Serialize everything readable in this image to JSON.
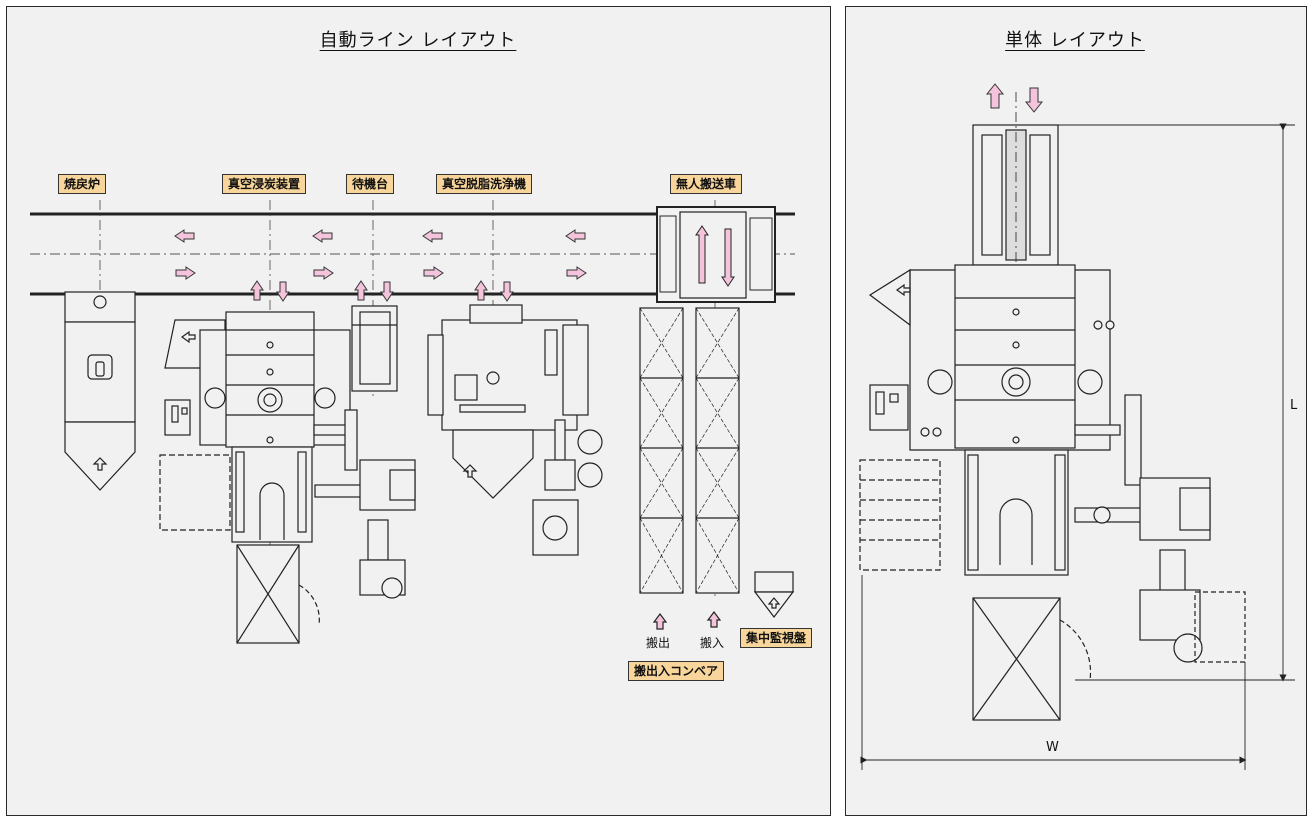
{
  "left": {
    "title": "自動ライン レイアウト",
    "labels": {
      "furnace": "焼戻炉",
      "carburizing": "真空浸炭装置",
      "standby": "待機台",
      "washer": "真空脱脂洗浄機",
      "agv": "無人搬送車",
      "carry_out": "搬出",
      "carry_in": "搬入",
      "monitor_panel": "集中監視盤",
      "conveyor": "搬出入コンベア"
    }
  },
  "right": {
    "title": "単体 レイアウト",
    "dim_width": "W",
    "dim_length": "L"
  },
  "colors": {
    "arrow_fill": "#f4c4dc",
    "label_bg": "#f8d59a",
    "panel_bg": "#f1f1f1"
  }
}
